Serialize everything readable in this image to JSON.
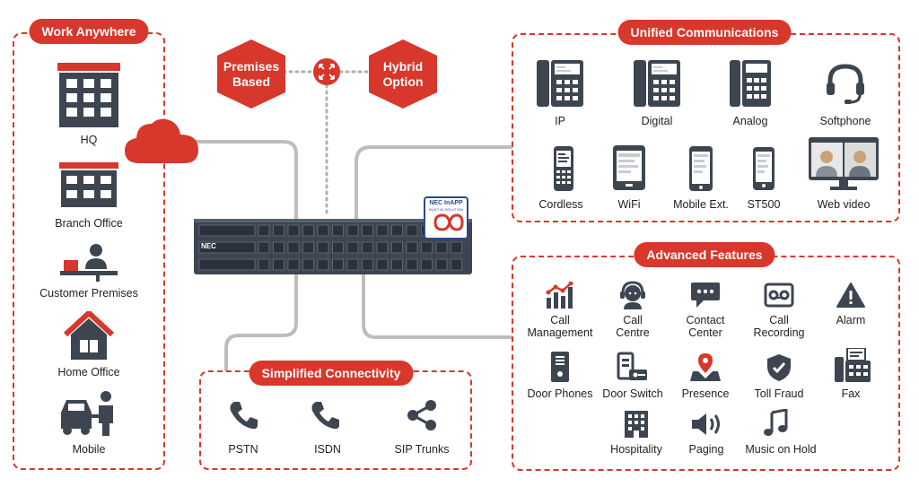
{
  "work_anywhere": {
    "title": "Work Anywhere",
    "items": [
      {
        "label": "HQ",
        "icon": "building-icon"
      },
      {
        "label": "Branch Office",
        "icon": "branch-building-icon"
      },
      {
        "label": "Customer Premises",
        "icon": "customer-desk-icon"
      },
      {
        "label": "Home Office",
        "icon": "house-icon"
      },
      {
        "label": "Mobile",
        "icon": "car-person-icon"
      }
    ]
  },
  "deployment": {
    "premises": "Premises\nBased",
    "hybrid": "Hybrid\nOption"
  },
  "server": {
    "brand": "NEC",
    "badge_top": "NEC InAPP",
    "badge_sub": "BUILT-IN SOLUTION"
  },
  "unified_communications": {
    "title": "Unified Communications",
    "row1": [
      {
        "label": "IP",
        "icon": "desk-phone-icon"
      },
      {
        "label": "Digital",
        "icon": "desk-phone-icon"
      },
      {
        "label": "Analog",
        "icon": "desk-phone-icon"
      },
      {
        "label": "Softphone",
        "icon": "headset-icon"
      }
    ],
    "row2": [
      {
        "label": "Cordless",
        "icon": "cordless-phone-icon"
      },
      {
        "label": "WiFi",
        "icon": "wifi-phone-icon"
      },
      {
        "label": "Mobile Ext.",
        "icon": "mobile-phone-icon"
      },
      {
        "label": "ST500",
        "icon": "st500-phone-icon"
      },
      {
        "label": "Web video",
        "icon": "video-monitor-icon"
      }
    ]
  },
  "advanced_features": {
    "title": "Advanced Features",
    "row1": [
      {
        "label": "Call\nManagement",
        "icon": "chart-icon"
      },
      {
        "label": "Call\nCentre",
        "icon": "agent-icon"
      },
      {
        "label": "Contact\nCenter",
        "icon": "chat-icon"
      },
      {
        "label": "Call\nRecording",
        "icon": "voicemail-icon"
      },
      {
        "label": "Alarm",
        "icon": "alarm-icon"
      }
    ],
    "row2": [
      {
        "label": "Door Phones",
        "icon": "door-phone-icon"
      },
      {
        "label": "Door Switch",
        "icon": "door-switch-icon"
      },
      {
        "label": "Presence",
        "icon": "presence-icon"
      },
      {
        "label": "Toll Fraud",
        "icon": "shield-icon"
      },
      {
        "label": "Fax",
        "icon": "fax-icon"
      }
    ],
    "row3": [
      {
        "label": "Hospitality",
        "icon": "hotel-icon"
      },
      {
        "label": "Paging",
        "icon": "speaker-icon"
      },
      {
        "label": "Music on Hold",
        "icon": "music-icon"
      }
    ]
  },
  "simplified_connectivity": {
    "title": "Simplified Connectivity",
    "items": [
      {
        "label": "PSTN",
        "icon": "phone-handset-icon"
      },
      {
        "label": "ISDN",
        "icon": "phone-handset-icon"
      },
      {
        "label": "SIP Trunks",
        "icon": "share-icon"
      }
    ]
  },
  "colors": {
    "accent": "#d8372b",
    "icon": "#3d4650",
    "connector": "#bdbdbd"
  }
}
